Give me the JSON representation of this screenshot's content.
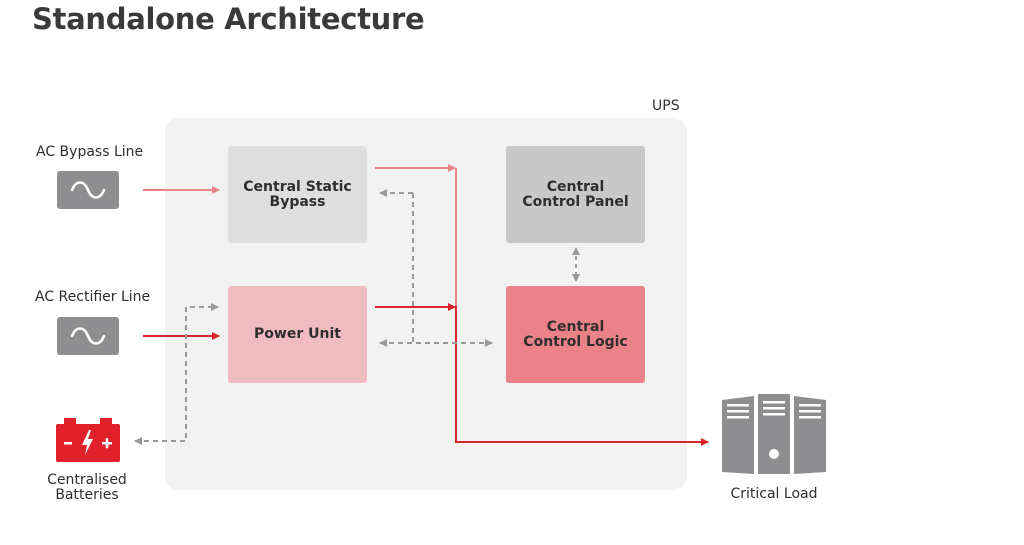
{
  "title": "Standalone Architecture",
  "ups_label": "UPS",
  "inputs": {
    "bypass_line": "AC Bypass Line",
    "rectifier_line": "AC Rectifier Line",
    "batteries": "Centralised Batteries"
  },
  "blocks": {
    "static_bypass": "Central Static Bypass",
    "control_panel": "Central Control Panel",
    "power_unit": "Power Unit",
    "control_logic": "Central Control Logic"
  },
  "output": {
    "critical_load": "Critical Load"
  },
  "colors": {
    "bypass_arrow": "#e8848a",
    "power_arrow": "#d9232d",
    "dashed_arrow": "#9a9a9a",
    "battery": "#e0202a",
    "icon_grey": "#8e8e90"
  },
  "icons": [
    "sine-wave-icon",
    "battery-icon",
    "server-rack-icon"
  ]
}
